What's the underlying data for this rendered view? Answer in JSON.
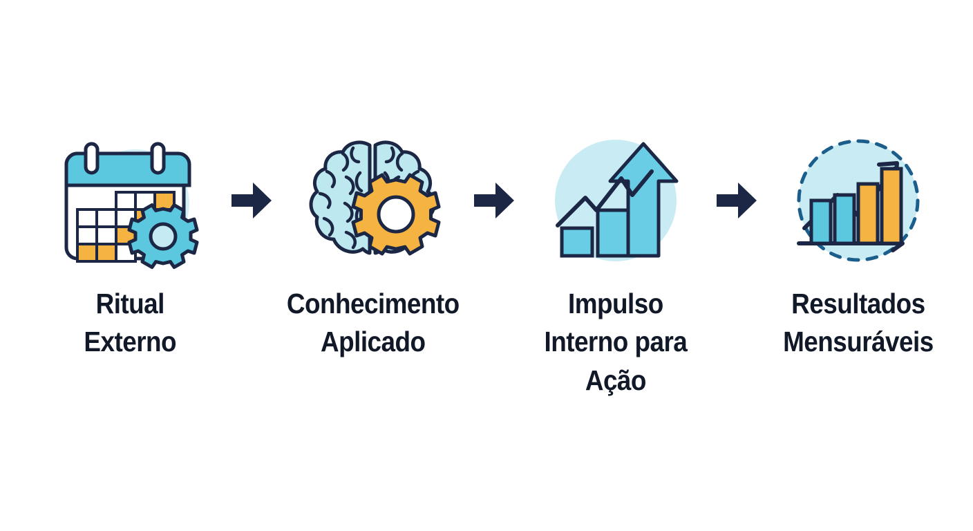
{
  "diagram": {
    "type": "horizontal-process-flow",
    "background_color": "#FFFFFF",
    "step_count": 4,
    "connector": "solid-right-arrow",
    "steps": [
      {
        "index": 1,
        "label": "Ritual\nExterno",
        "icon_name": "calendar-gear-icon",
        "icon_description": "Calendar with highlighted days and a gear overlay"
      },
      {
        "index": 2,
        "label": "Conhecimento\nAplicado",
        "icon_name": "brain-gear-icon",
        "icon_description": "Brain with a gear on the right hemisphere"
      },
      {
        "index": 3,
        "label": "Impulso\nInterno para\nAção",
        "icon_name": "growth-arrow-icon",
        "icon_description": "Upward arrow with rising bars and trend line"
      },
      {
        "index": 4,
        "label": "Resultados\nMensuráveis",
        "icon_name": "bar-chart-trend-icon",
        "icon_description": "Bar chart with rising trend arrow inside dashed circle"
      }
    ],
    "arrows": [
      {
        "index": 1,
        "name": "arrow-step1-to-step2"
      },
      {
        "index": 2,
        "name": "arrow-step2-to-step3"
      },
      {
        "index": 3,
        "name": "arrow-step3-to-step4"
      }
    ],
    "colors": {
      "navy_outline": "#1B2744",
      "text": "#111827",
      "cyan": "#5CC8E0",
      "cyan_light": "#74D3E8",
      "pale_blue": "#C5EAF3",
      "orange": "#F5B341",
      "white": "#FFFFFF",
      "arrow": "#1B2744"
    }
  }
}
